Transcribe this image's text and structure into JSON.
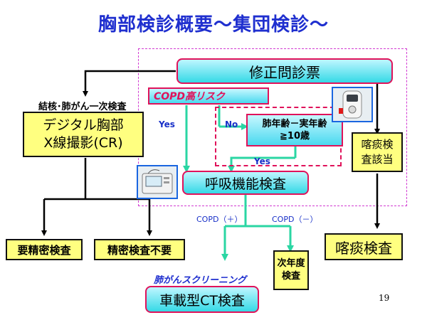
{
  "title": "胸部検診概要～集団検診～",
  "nodes": {
    "questionnaire": "修正問診票",
    "copd_risk": "COPD高リスク",
    "tb_label": "結核･肺がん一次検査",
    "xray_line1": "デジタル胸部",
    "xray_line2": "X線撮影(CR)",
    "yes_left": "Yes",
    "no": "No",
    "lung_age_line1": "肺年齢－実年齢",
    "lung_age_line2": "≧10歳",
    "yes_mid": "Yes",
    "sputum_applicable_line1": "喀痰検",
    "sputum_applicable_line2": "査該当",
    "respiratory": "呼吸機能検査",
    "copd_plus": "COPD（＋）",
    "copd_minus": "COPD（－）",
    "needs_exam": "要精密検査",
    "no_exam": "精密検査不要",
    "next_year_line1": "次年度",
    "next_year_line2": "検査",
    "sputum_exam": "喀痰検査",
    "lung_screening": "肺がんスクリーニング",
    "ct_exam": "車載型CT検査"
  },
  "page_number": "19",
  "colors": {
    "title": "#1f2fcf",
    "cyan_box": "#35d9e6",
    "box_border": "#e0125a",
    "yellow_box": "#ffff80",
    "green_arrow": "#2ad6a3",
    "dashed_region": "#d23bd2"
  },
  "icons": [
    "spirometer-device-image",
    "handheld-lung-meter-image"
  ]
}
